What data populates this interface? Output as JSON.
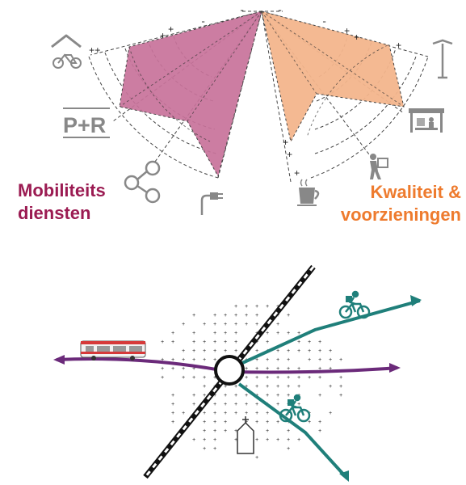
{
  "radar": {
    "left_label": [
      "Mobiliteits",
      "diensten"
    ],
    "right_label": [
      "Kwaliteit &",
      "voorzieningen"
    ],
    "left_color": "#c8729a",
    "right_color": "#f3b58c",
    "left_text_color": "#9b1b52",
    "right_text_color": "#ee7b2e",
    "icons_left": [
      "bike-shelter-icon",
      "park-and-ride-icon",
      "share-icon",
      "charging-plug-icon"
    ],
    "icons_right": [
      "street-lamp-icon",
      "bus-shelter-icon",
      "pedestrian-parcel-icon",
      "coffee-cup-icon"
    ],
    "park_ride_text": "P+R",
    "signs": {
      "plus": "+",
      "minus": "-",
      "double_plus": "++"
    }
  },
  "network": {
    "rail_color": "#111111",
    "bus_line_color": "#6b2a7a",
    "bike_line_color": "#1f7f7a",
    "icons": [
      "bus-icon",
      "cyclist-icon",
      "church-icon"
    ]
  }
}
